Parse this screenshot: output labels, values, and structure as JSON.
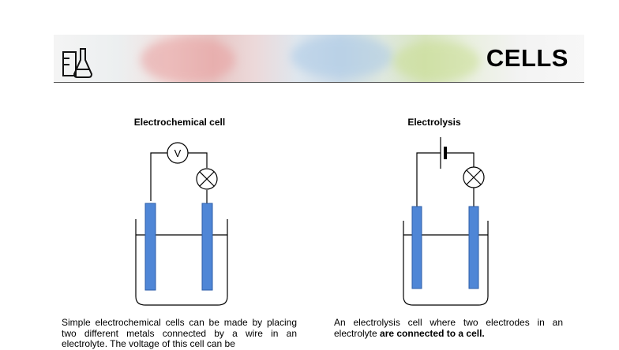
{
  "header": {
    "title": "CELLS"
  },
  "left_panel": {
    "caption": "Electrochemical cell",
    "meter_label": "V",
    "text": "Simple electrochemical cells can be made by placing two different metals connected by a wire in an electrolyte. The voltage of this cell can be"
  },
  "right_panel": {
    "caption": "Electrolysis",
    "text_plain": "An electrolysis cell where two electrodes in an electrolyte ",
    "text_bold": "are connected to a cell."
  },
  "colors": {
    "electrode_fill": "#4f86d6",
    "electrode_stroke": "#2c5ea8",
    "wire": "#000000"
  }
}
